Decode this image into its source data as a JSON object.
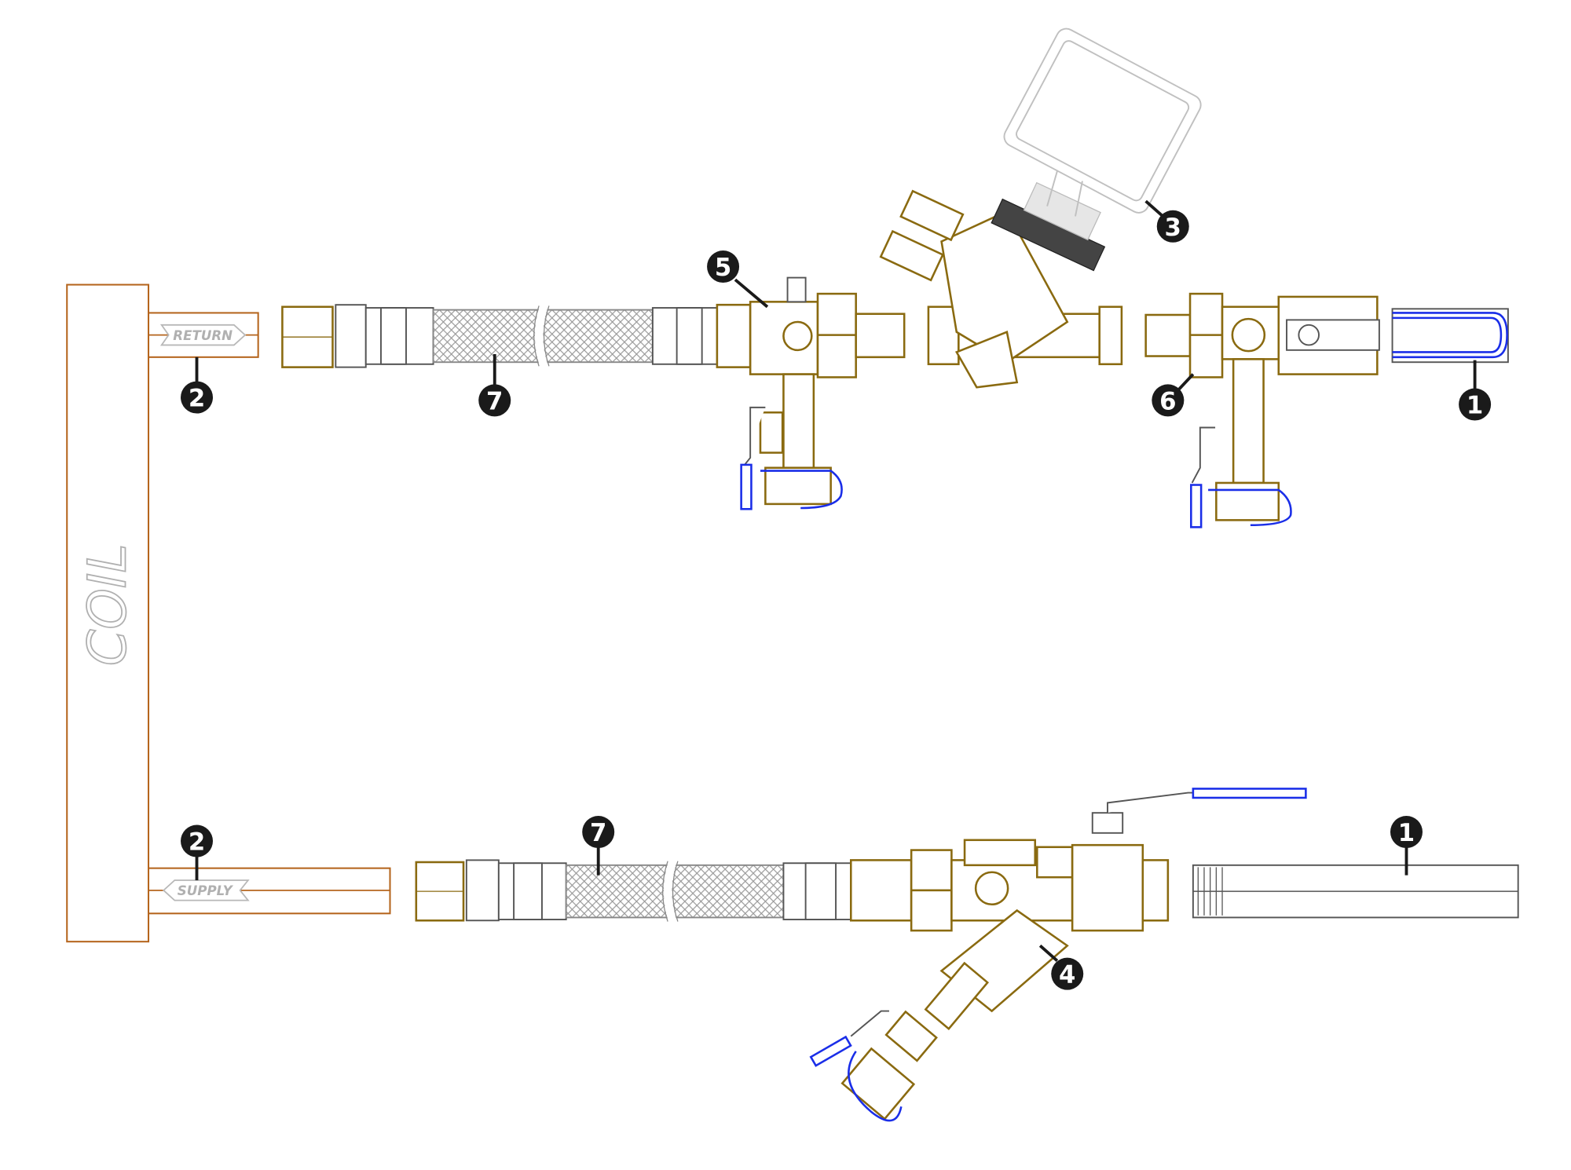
{
  "diagram": {
    "coil_label": "COIL",
    "return_label": "RETURN",
    "supply_label": "SUPPLY",
    "callouts": {
      "ball_valve_top": "1",
      "ball_valve_bottom": "1",
      "return_pipe": "2",
      "supply_pipe": "2",
      "actuator": "3",
      "strainer": "4",
      "tee_top": "5",
      "tee_right": "6",
      "hose_top": "7",
      "hose_bottom": "7"
    },
    "colors": {
      "coil": "#b5651d",
      "brass": "#8a6a10",
      "handle": "#1a2ee8",
      "callout": "#1a1a1a"
    }
  }
}
